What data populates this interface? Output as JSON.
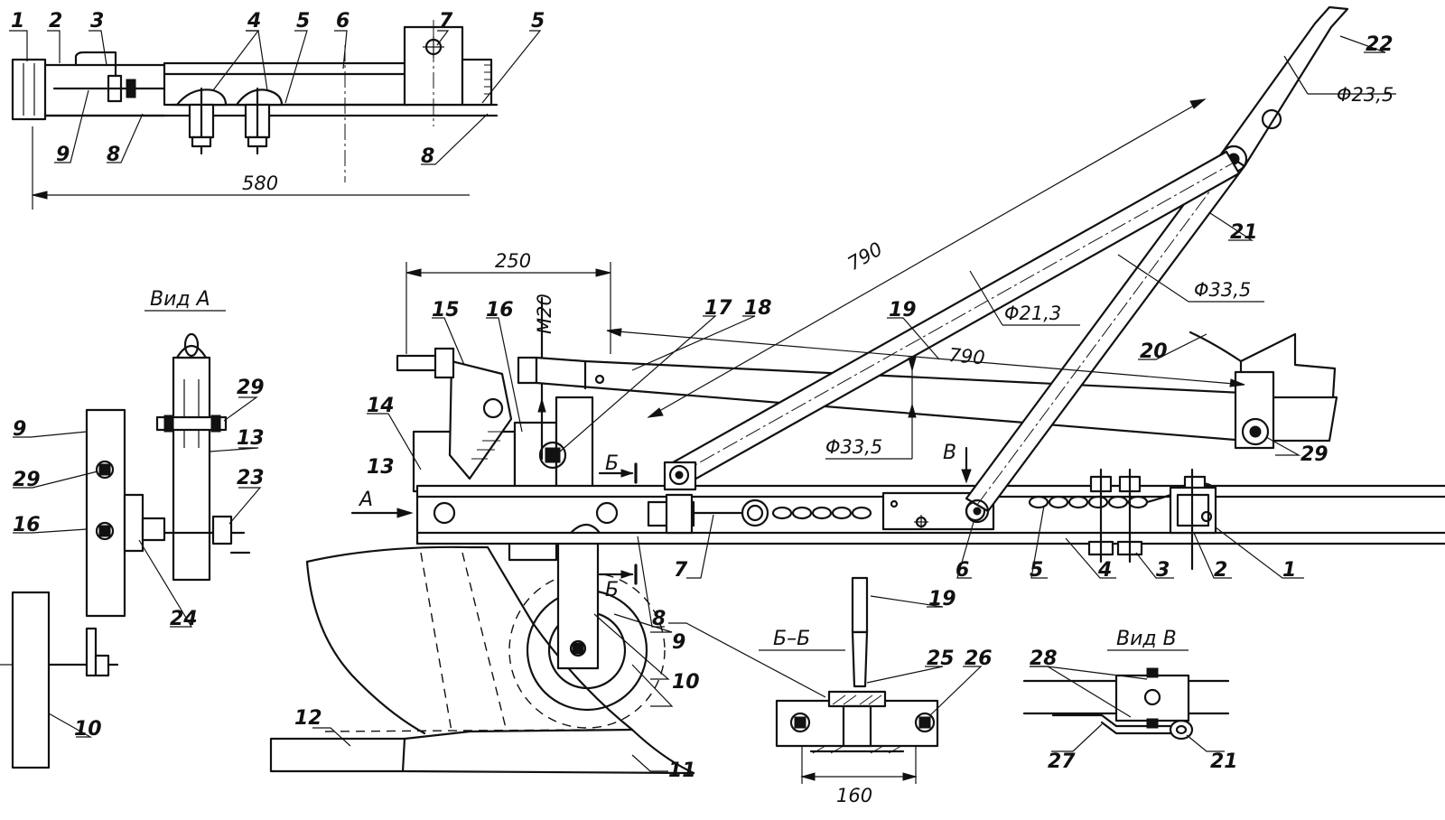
{
  "part_numbers": [
    "1",
    "2",
    "3",
    "4",
    "5",
    "6",
    "7",
    "8",
    "9",
    "10",
    "11",
    "12",
    "13",
    "14",
    "15",
    "16",
    "17",
    "18",
    "19",
    "20",
    "21",
    "22",
    "23",
    "24",
    "25",
    "26",
    "27",
    "28",
    "29"
  ],
  "dimensions": {
    "top_length": "580",
    "width_250": "250",
    "thread": "M20",
    "len_790_a": "790",
    "len_790_b": "790",
    "dia_tube_main": "Φ33,5",
    "dia_handle": "Φ23,5",
    "dia_strut": "Φ21,3",
    "dia_brace": "Φ33,5",
    "section_width": "160"
  },
  "views": {
    "view_a": "Вид А",
    "view_v": "Вид В",
    "section_bb": "Б–Б",
    "arrow_a": "А",
    "arrow_v": "В",
    "cut_b_top": "Б",
    "cut_b_bottom": "Б"
  }
}
